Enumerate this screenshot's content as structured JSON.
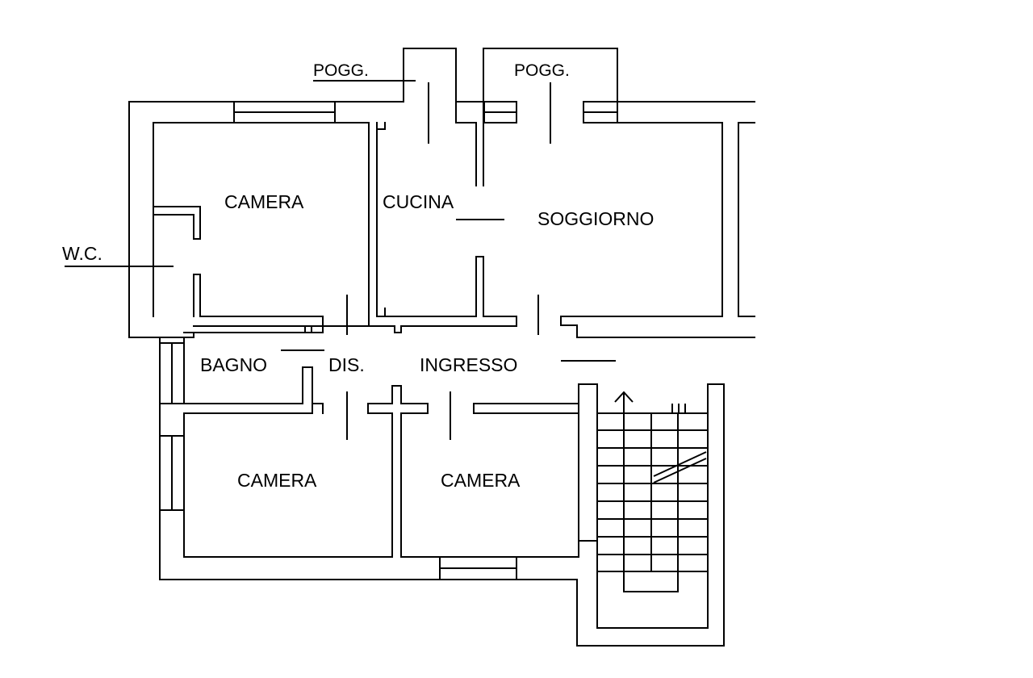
{
  "plan": {
    "labels": {
      "pogg_left": "POGG.",
      "pogg_right": "POGG.",
      "wc": "W.C.",
      "camera_top": "CAMERA",
      "cucina": "CUCINA",
      "soggiorno": "SOGGIORNO",
      "bagno": "BAGNO",
      "dis": "DIS.",
      "ingresso": "INGRESSO",
      "camera_bottom_left": "CAMERA",
      "camera_bottom_right": "CAMERA"
    }
  }
}
